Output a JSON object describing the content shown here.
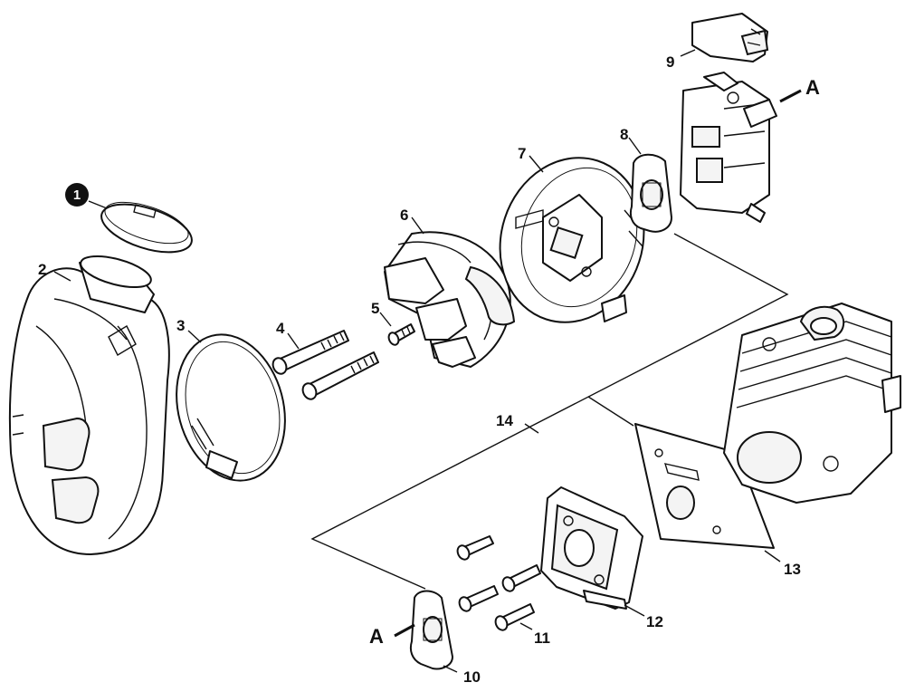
{
  "callouts": {
    "c1": "1",
    "c2": "2",
    "c3": "3",
    "c4": "4",
    "c5": "5",
    "c6": "6",
    "c7": "7",
    "c8": "8",
    "c9": "9",
    "c10": "10",
    "c11": "11",
    "c12": "12",
    "c13": "13",
    "c14": "14"
  },
  "refs": {
    "top": "A",
    "bottom": "A"
  },
  "colors": {
    "ink": "#111111",
    "paper": "#ffffff",
    "badge": "#111111"
  }
}
